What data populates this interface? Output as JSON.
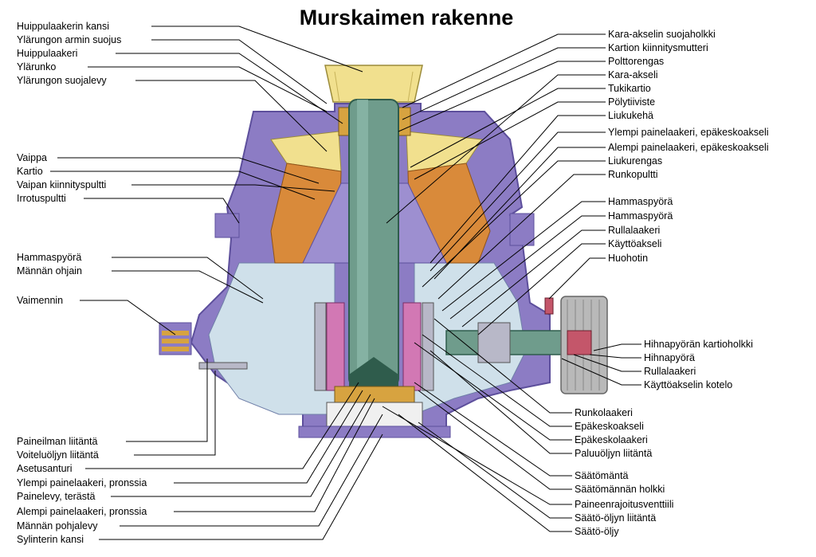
{
  "title": "Murskaimen rakenne",
  "labels_left_top": [
    "Huippulaakerin kansi",
    "Ylärungon armin suojus",
    "Huippulaakeri",
    "Ylärunko",
    "Ylärungon suojalevy",
    "Vaippa",
    "Kartio",
    "Vaipan kiinnityspultti",
    "Irrotuspultti",
    "Hammaspyörä",
    "Männän ohjain",
    "Vaimennin"
  ],
  "labels_left_bottom": [
    "Paineilman liitäntä",
    "Voiteluöljyn liitäntä",
    "Asetusanturi",
    "Ylempi painelaakeri, pronssia",
    "Painelevy, terästä",
    "Alempi painelaakeri, pronssia",
    "Männän pohjalevy",
    "Sylinterin kansi"
  ],
  "labels_right_top": [
    "Kara-akselin suojaholkki",
    "Kartion kiinnitysmutteri",
    "Polttorengas",
    "Kara-akseli",
    "Tukikartio",
    "Pölytiiviste",
    "Liukukehä",
    "Ylempi painelaakeri, epäkeskoakseli",
    "Alempi painelaakeri, epäkeskoakseli",
    "Liukurengas",
    "Runkopultti",
    "Hammaspyörä",
    "Hammaspyörä",
    "Rullalaakeri",
    "Käyttöakseli",
    "Huohotin"
  ],
  "labels_right_mid": [
    "Hihnapyörän kartioholkki",
    "Hihnapyörä",
    "Rullalaakeri",
    "Käyttöakselin kotelo"
  ],
  "labels_right_bottom": [
    "Runkolaakeri",
    "Epäkeskoakseli",
    "Epäkeskolaakeri",
    "Paluuöljyn liitäntä",
    "Säätömäntä",
    "Säätömännän holkki",
    "Paineenrajoitusventtiili",
    "Säätö-öljyn liitäntä",
    "Säätö-öljy"
  ],
  "colors": {
    "frame_purple": "#8c7cc4",
    "frame_purple_dark": "#5d4f9c",
    "mantle_orange": "#d98a3a",
    "bowl_yellow": "#f1e08e",
    "shaft_green": "#6f9c8c",
    "housing_blue": "#cfe0ea",
    "pink": "#d278b4",
    "pulley_gray": "#b9b9b9"
  }
}
